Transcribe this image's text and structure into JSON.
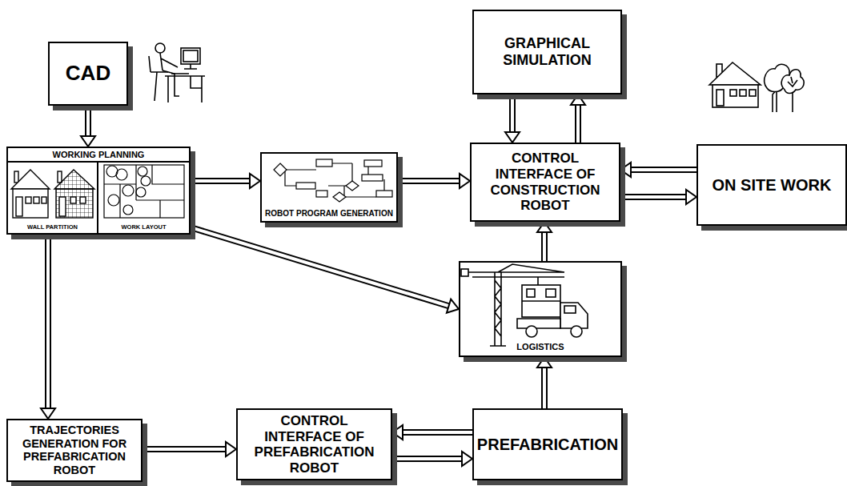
{
  "diagram": {
    "nodes": [
      {
        "text": [
          "CAD"
        ]
      },
      {
        "text": [
          "WORKING PLANNING"
        ]
      },
      {
        "text": [
          "WALL PARTITION"
        ],
        "in": 1
      },
      {
        "text": [
          "WORK LAYOUT"
        ],
        "in": 1
      },
      {
        "text": [
          "GRAPHICAL SIMULATION"
        ]
      },
      {
        "text": [
          "ROBOT PROGRAM GENERATION"
        ]
      },
      {
        "text": [
          "CONTROL INTERFACE OF CONSTRUCTION ROBOT"
        ]
      },
      {
        "text": [
          "ON SITE WORK"
        ]
      },
      {
        "text": [
          "LOGISTICS"
        ]
      },
      {
        "text": [
          "TRAJECTORIES GENERATION FOR PREFABRICATION ROBOT"
        ]
      },
      {
        "text": [
          "CONTROL INTERFACE OF PREFABRICATION ROBOT"
        ]
      },
      {
        "text": [
          "PREFABRICATION"
        ]
      }
    ],
    "edges": [
      {
        "from": 0,
        "to": 1,
        "arrow": "to"
      },
      {
        "from": 1,
        "to": 5,
        "arrow": "to"
      },
      {
        "from": 5,
        "to": 6,
        "arrow": "to"
      },
      {
        "from": 4,
        "to": 6,
        "arrow": "to"
      },
      {
        "from": 6,
        "to": 4,
        "arrow": "to"
      },
      {
        "from": 7,
        "to": 6,
        "arrow": "to"
      },
      {
        "from": 6,
        "to": 7,
        "arrow": "to"
      },
      {
        "from": 1,
        "to": 8,
        "arrow": "to"
      },
      {
        "from": 8,
        "to": 6,
        "arrow": "to"
      },
      {
        "from": 1,
        "to": 9,
        "arrow": "to"
      },
      {
        "from": 9,
        "to": 10,
        "arrow": "to"
      },
      {
        "from": 11,
        "to": 10,
        "arrow": "to"
      },
      {
        "from": 10,
        "to": 11,
        "arrow": "to"
      },
      {
        "from": 11,
        "to": 8,
        "arrow": "to"
      }
    ]
  }
}
